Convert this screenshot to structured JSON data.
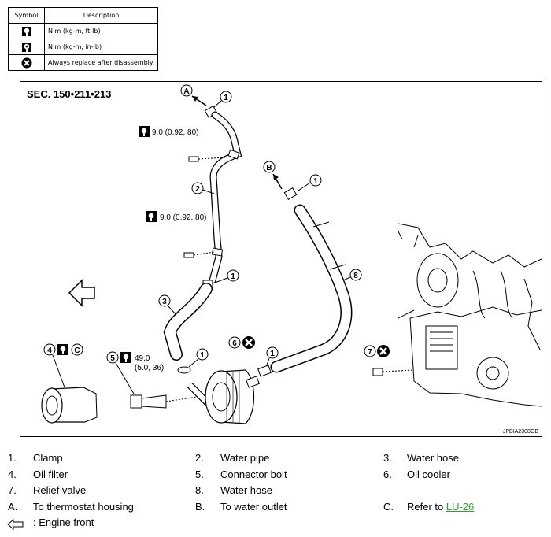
{
  "table": {
    "header_symbol": "Symbol",
    "header_description": "Description",
    "rows": [
      {
        "icon": "torque-wrench-icon",
        "text": "N·m (kg-m, ft-lb)"
      },
      {
        "icon": "torque-wrench-small-icon",
        "text": "N·m (kg-m, in-lb)"
      },
      {
        "icon": "replace-x-icon",
        "text": "Always replace after disassembly."
      }
    ]
  },
  "figure": {
    "section": "SEC. 150•211•213",
    "code": "JPBIA2308GB",
    "torque_1": "9.0 (0.92, 80)",
    "torque_2": "9.0 (0.92, 80)",
    "torque_3a": "49.0",
    "torque_3b": "(5.0, 36)",
    "callouts": {
      "A": "A",
      "B": "B",
      "C": "C",
      "n1": "1",
      "n2": "2",
      "n3": "3",
      "n4": "4",
      "n5": "5",
      "n6": "6",
      "n7": "7",
      "n8": "8"
    }
  },
  "legend": {
    "items": [
      {
        "num": "1.",
        "label": "Clamp"
      },
      {
        "num": "2.",
        "label": "Water pipe"
      },
      {
        "num": "3.",
        "label": "Water hose"
      },
      {
        "num": "4.",
        "label": "Oil filter"
      },
      {
        "num": "5.",
        "label": "Connector bolt"
      },
      {
        "num": "6.",
        "label": "Oil cooler"
      },
      {
        "num": "7.",
        "label": "Relief valve"
      },
      {
        "num": "8.",
        "label": "Water hose"
      },
      {
        "num": "A.",
        "label": "To thermostat housing"
      },
      {
        "num": "B.",
        "label": "To water outlet"
      },
      {
        "num": "C.",
        "label": "Refer to "
      }
    ],
    "link_text": "LU-26",
    "front_text": ": Engine front"
  }
}
